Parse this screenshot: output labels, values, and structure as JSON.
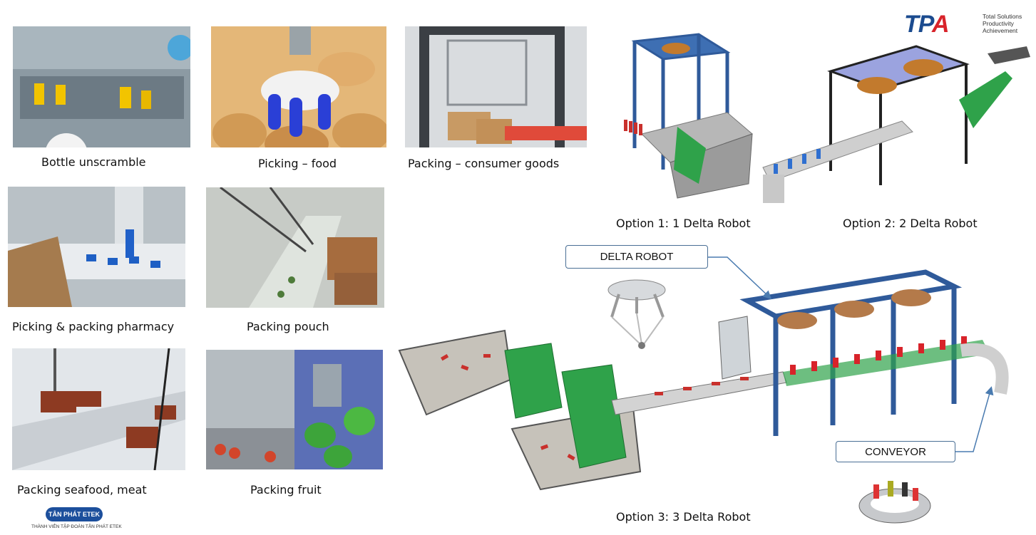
{
  "logos": {
    "tpa": {
      "mark_pre": "TP",
      "mark_a": "A",
      "tagline": [
        "Total Solutions",
        "Productivity",
        "Achievement"
      ]
    },
    "tanphat": {
      "name": "TÂN PHÁT ETEK",
      "tagline": "THÀNH VIÊN TẬP ĐOÀN TÂN PHÁT ETEK"
    }
  },
  "applications": [
    {
      "id": "bottle",
      "caption": "Bottle unscramble"
    },
    {
      "id": "food",
      "caption": "Picking – food"
    },
    {
      "id": "consumer",
      "caption": "Packing – consumer goods"
    },
    {
      "id": "pharmacy",
      "caption": "Picking & packing pharmacy"
    },
    {
      "id": "pouch",
      "caption": "Packing pouch"
    },
    {
      "id": "seafood",
      "caption": "Packing seafood, meat"
    },
    {
      "id": "fruit",
      "caption": "Packing fruit"
    }
  ],
  "options": [
    {
      "id": "opt1",
      "caption": "Option 1: 1 Delta Robot"
    },
    {
      "id": "opt2",
      "caption": "Option 2: 2 Delta Robot"
    },
    {
      "id": "opt3",
      "caption": "Option 3: 3 Delta Robot"
    }
  ],
  "callouts": {
    "delta_robot": "DELTA ROBOT",
    "conveyor": "CONVEYOR"
  },
  "colors": {
    "frame_blue": "#2f5a9a",
    "conveyor_green": "#2fa24a",
    "product_red": "#c9302c",
    "callout_border": "#4a6f95",
    "tpa_blue": "#1b4b8f",
    "tpa_red": "#d8232a"
  }
}
